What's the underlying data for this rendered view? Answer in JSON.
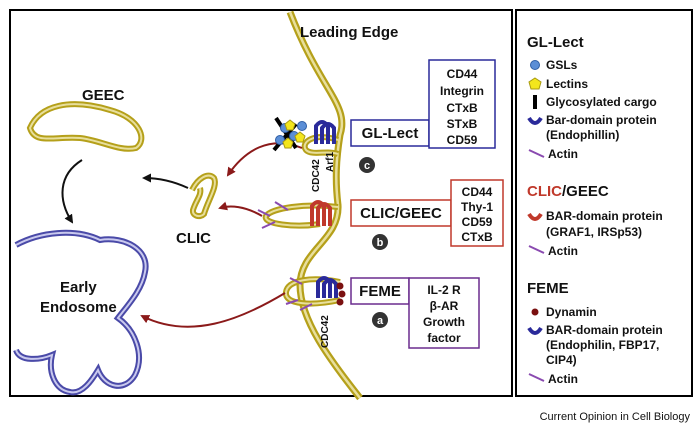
{
  "diagram": {
    "leading_edge": "Leading Edge",
    "geec": "GEEC",
    "clic": "CLIC",
    "early_endosome_line1": "Early",
    "early_endosome_line2": "Endosome",
    "cdc42_top": "CDC42",
    "arf1": "Arf1",
    "cdc42_bottom": "CDC42",
    "gl_lect": {
      "label": "GL-Lect",
      "badge": "c",
      "cargo": [
        "CD44",
        "Integrin",
        "CTxB",
        "STxB",
        "CD59"
      ]
    },
    "clic_geec": {
      "label": "CLIC/GEEC",
      "badge": "b",
      "cargo": [
        "CD44",
        "Thy-1",
        "CD59",
        "CTxB"
      ]
    },
    "feme": {
      "label": "FEME",
      "badge": "a",
      "cargo": [
        "IL-2 R",
        "β-AR",
        "Growth",
        "factor"
      ]
    }
  },
  "legend": {
    "gl_lect": {
      "title": "GL-Lect",
      "items": [
        "GSLs",
        "Lectins",
        "Glycosylated cargo",
        "Bar-domain protein",
        "(Endophillin)",
        "Actin"
      ]
    },
    "clic_geec": {
      "title_part1": "CLIC",
      "title_part2": "/GEEC",
      "items": [
        "BAR-domain protein",
        "(GRAF1, IRSp53)",
        "Actin"
      ]
    },
    "feme": {
      "title": "FEME",
      "items": [
        "Dynamin",
        "BAR-domain protein",
        "(Endophilin, FBP17,",
        "CIP4)",
        "Actin"
      ]
    }
  },
  "footer": "Current Opinion in Cell Biology",
  "colors": {
    "membrane": "#b5a01a",
    "membrane_light": "#e8df9c",
    "endosome": "#4a4aa8",
    "red_arrow": "#8b1a1a",
    "clic_red": "#c0392b",
    "feme_purple": "#6a2c8e",
    "gl_blue": "#2a2a9a",
    "actin": "#8a4ab0",
    "gsl_blue": "#5b8ed6",
    "lectin_yellow": "#f3e61c",
    "dynamin": "#7a1010"
  }
}
